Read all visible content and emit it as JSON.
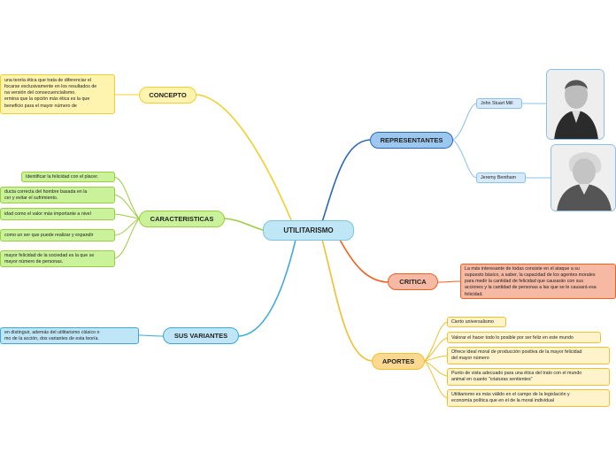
{
  "root": {
    "label": "UTILITARISMO"
  },
  "branches": {
    "concepto": {
      "label": "CONCEPTO",
      "items": [
        "una teoría ética que trata de diferenciar el\nfocarse exclusivamente en los resultados de\nna versión del consecuencialismo.\nermina que la opción más ética es la que\nbeneficio para el mayor número de"
      ]
    },
    "caracteristicas": {
      "label": "CARACTERISTICAS",
      "items": [
        "Identificar la felicidad con el placer.",
        "ducta correcta del hombre basada en la\ncer y evitar el sufrimiento.",
        "idad como el valor más importante a nivel",
        "como un ser que puede realizar y expandir",
        "mayor felicidad de la sociedad es la que se\nmayor número de personas."
      ]
    },
    "variantes": {
      "label": "SUS VARIANTES",
      "items": [
        "en distinguir, además del utilitarismo clásico o\nmo de la acción, dos variantes de esta teoría."
      ]
    },
    "representantes": {
      "label": "REPRESENTANTES",
      "items": [
        "John Stuart Mill",
        "Jeremy Bentham"
      ]
    },
    "critica": {
      "label": "CRITICA",
      "items": [
        "La más interesante de todas consiste en el ataque a su\nsupuesto básico, a saber, la capacidad de los agentes morales\npara medir la cantidad de felicidad que causarán con sus\nacciones y la cantidad de personas a las que se le causará esa\nfelicidad."
      ]
    },
    "aportes": {
      "label": "APORTES",
      "items": [
        "Cierto universalismo",
        "Valorar el hacer todo lo posible por ser feliz en este mundo",
        "Ofrece ideal moral de producción positiva de la mayor felicidad\ndel mayor número",
        "Punto de vista adecuado para una ética del trato con el mundo\nanimal en cuanto \"criaturas sentientes\"",
        "Utilitarismo es más válido en el campo de la legislación y\neconomía política que en el de la moral individual"
      ]
    }
  },
  "colors": {
    "root": "#bfe6f5",
    "root_border": "#7cc4df",
    "concepto": "#fff3b0",
    "concepto_line": "#f0d030",
    "caracteristicas": "#c9f29a",
    "caracteristicas_line": "#9ccc40",
    "variantes": "#bfe6f7",
    "variantes_line": "#3aa8d8",
    "representantes": "#9cc8f0",
    "representantes_line": "#2a66b8",
    "representantes_leaf": "#d6eafb",
    "representantes_leaf_line": "#8cc0e8",
    "critica": "#f6b9a4",
    "critica_line": "#f06020",
    "aportes": "#fcd890",
    "aportes_line": "#f0c030",
    "aportes_leaf": "#fff3cc"
  }
}
